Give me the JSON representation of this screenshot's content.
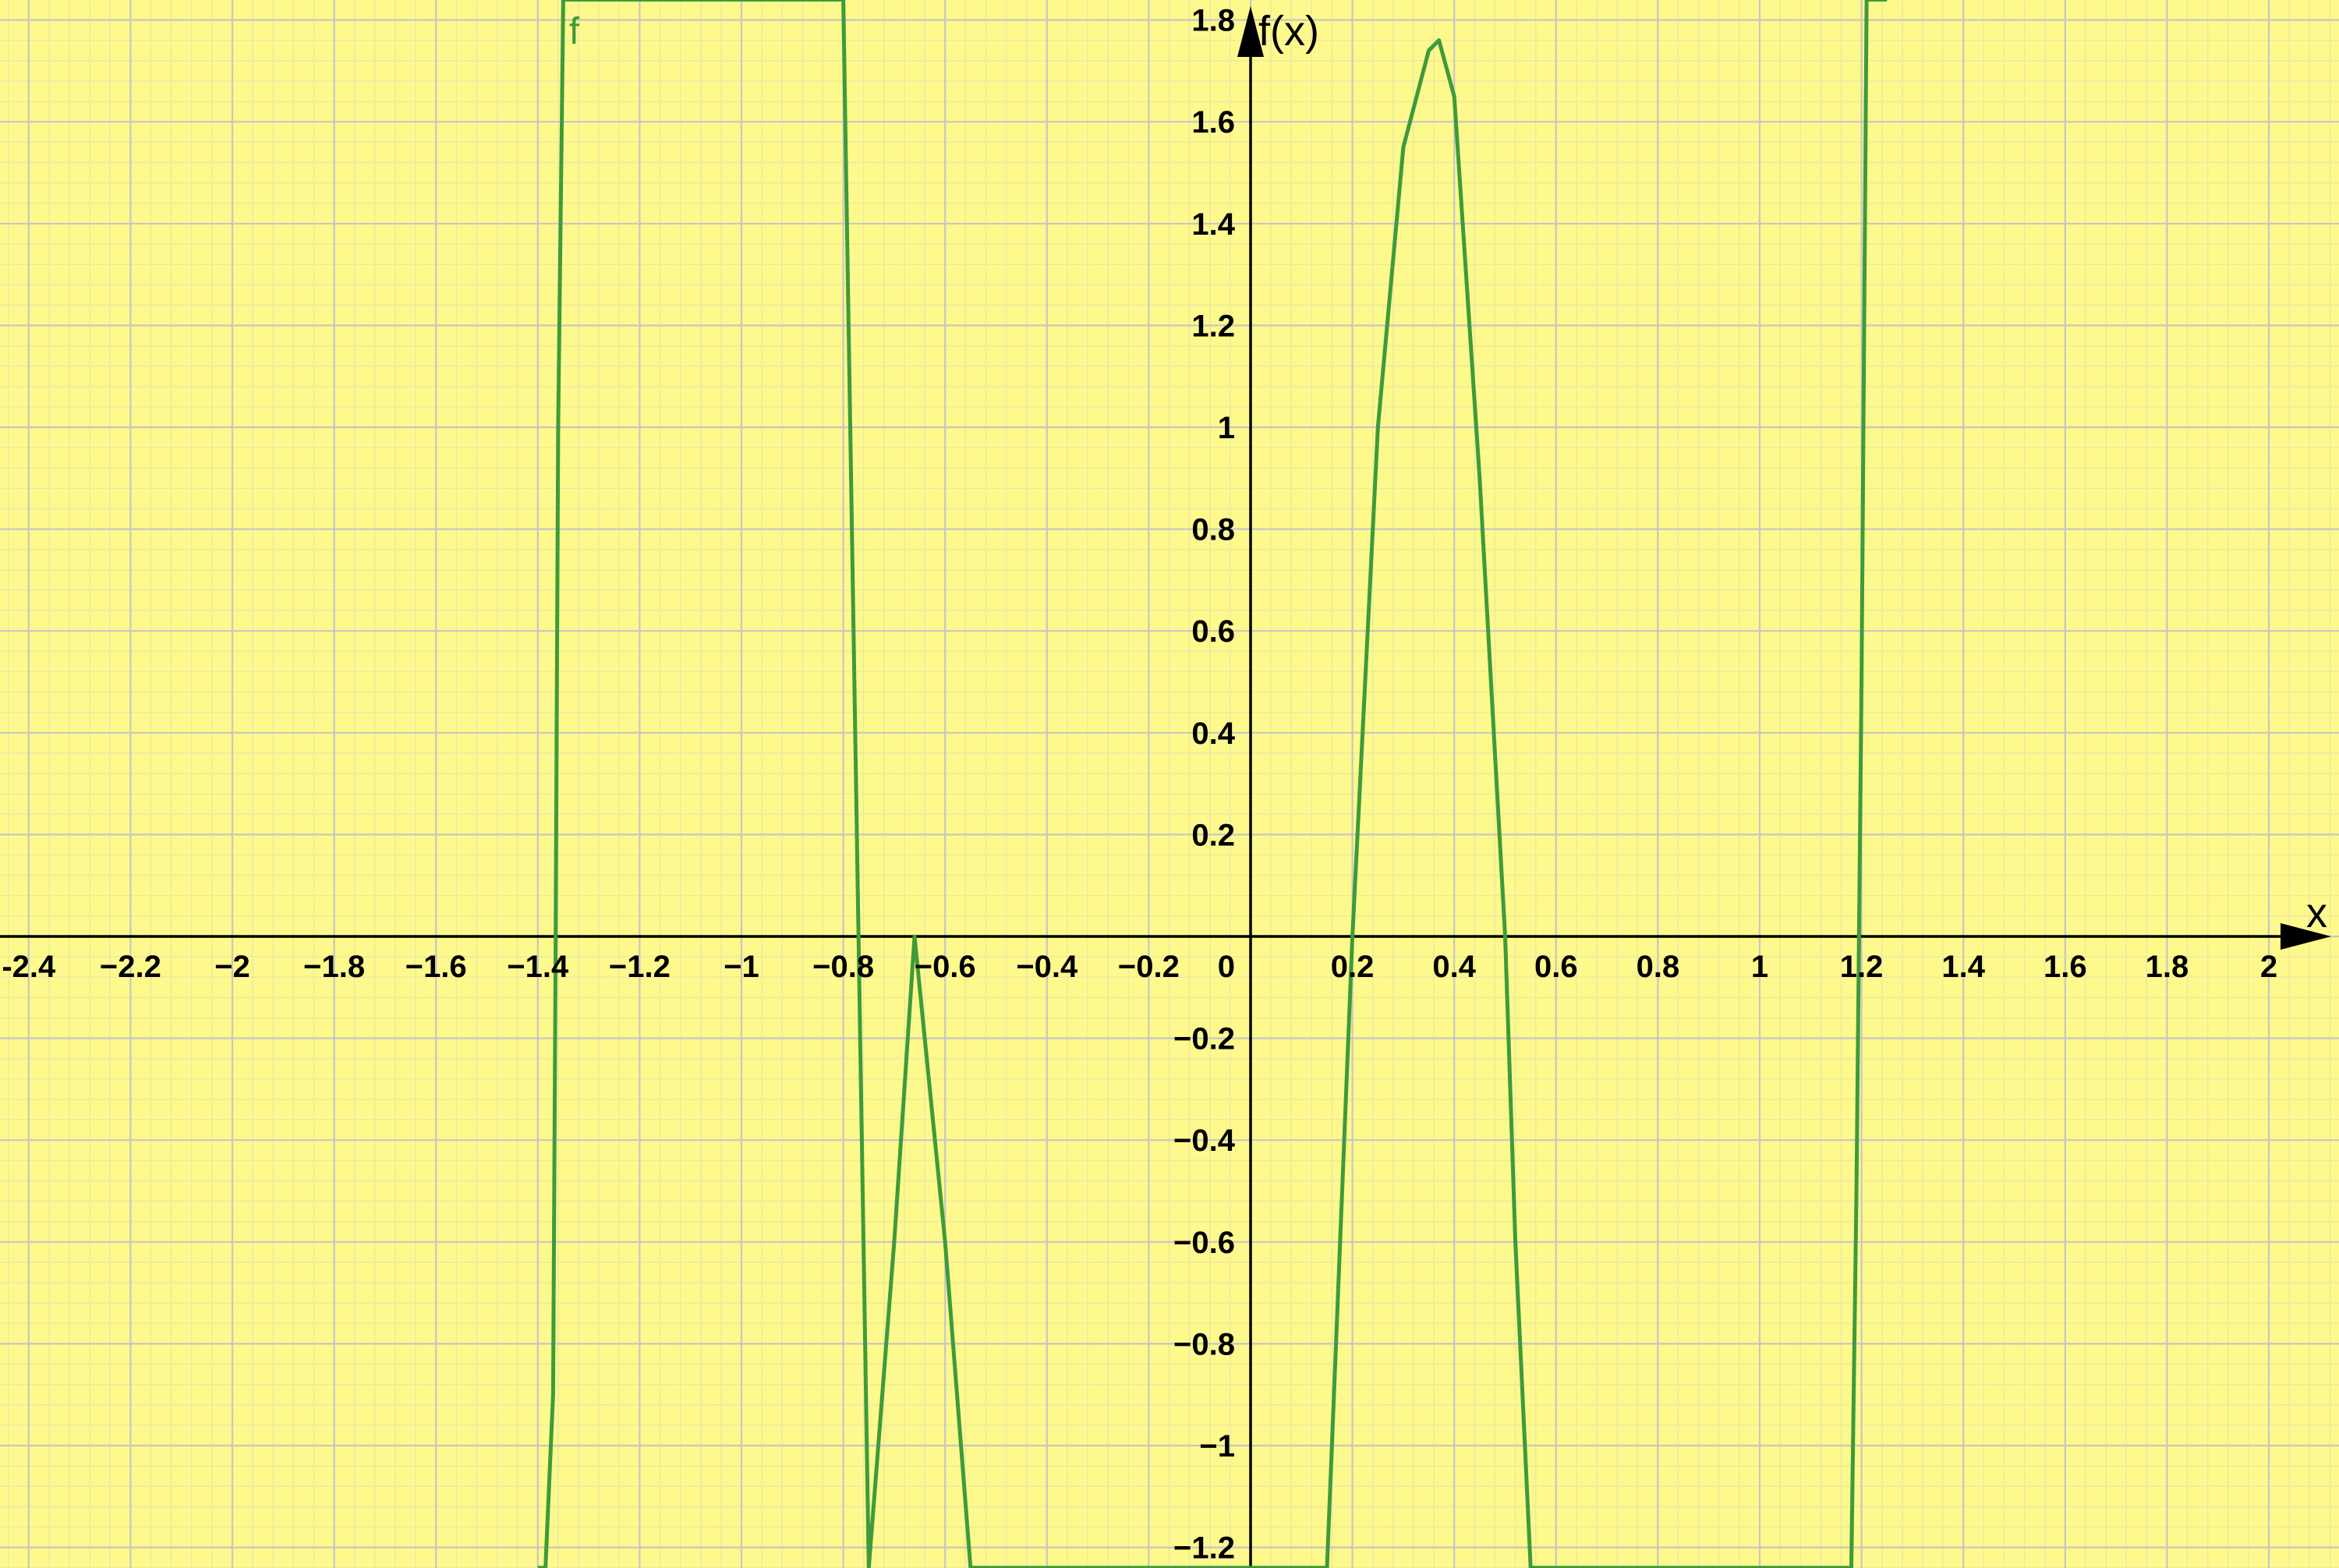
{
  "chart_data": {
    "type": "line",
    "title": "",
    "xlabel": "x",
    "ylabel": "f(x)",
    "xlim": [
      -2.46,
      2.13
    ],
    "ylim": [
      -1.24,
      1.84
    ],
    "grid": true,
    "minor_grid": true,
    "x_ticks": [
      {
        "v": -2.4,
        "label": "-2.4"
      },
      {
        "v": -2.2,
        "label": "−2.2"
      },
      {
        "v": -2.0,
        "label": "−2"
      },
      {
        "v": -1.8,
        "label": "−1.8"
      },
      {
        "v": -1.6,
        "label": "−1.6"
      },
      {
        "v": -1.4,
        "label": "−1.4"
      },
      {
        "v": -1.2,
        "label": "−1.2"
      },
      {
        "v": -1.0,
        "label": "−1"
      },
      {
        "v": -0.8,
        "label": "−0.8"
      },
      {
        "v": -0.6,
        "label": "−0.6"
      },
      {
        "v": -0.4,
        "label": "−0.4"
      },
      {
        "v": -0.2,
        "label": "−0.2"
      },
      {
        "v": 0.2,
        "label": "0.2"
      },
      {
        "v": 0.4,
        "label": "0.4"
      },
      {
        "v": 0.6,
        "label": "0.6"
      },
      {
        "v": 0.8,
        "label": "0.8"
      },
      {
        "v": 1.0,
        "label": "1"
      },
      {
        "v": 1.2,
        "label": "1.2"
      },
      {
        "v": 1.4,
        "label": "1.4"
      },
      {
        "v": 1.6,
        "label": "1.6"
      },
      {
        "v": 1.8,
        "label": "1.8"
      },
      {
        "v": 2.0,
        "label": "2"
      }
    ],
    "y_ticks": [
      {
        "v": 1.8,
        "label": "1.8"
      },
      {
        "v": 1.6,
        "label": "1.6"
      },
      {
        "v": 1.4,
        "label": "1.4"
      },
      {
        "v": 1.2,
        "label": "1.2"
      },
      {
        "v": 1.0,
        "label": "1"
      },
      {
        "v": 0.8,
        "label": "0.8"
      },
      {
        "v": 0.6,
        "label": "0.6"
      },
      {
        "v": 0.4,
        "label": "0.4"
      },
      {
        "v": 0.2,
        "label": "0.2"
      },
      {
        "v": -0.2,
        "label": "−0.2"
      },
      {
        "v": -0.4,
        "label": "−0.4"
      },
      {
        "v": -0.6,
        "label": "−0.6"
      },
      {
        "v": -0.8,
        "label": "−0.8"
      },
      {
        "v": -1.0,
        "label": "−1"
      },
      {
        "v": -1.2,
        "label": "−1.2"
      }
    ],
    "origin_label": "0",
    "series": [
      {
        "name": "f",
        "color": "#3f9a3a",
        "x": [
          -1.4,
          -1.385,
          -1.37,
          -1.365,
          -1.36,
          -1.35,
          -1.3,
          -1.2,
          -1.1,
          -1.0,
          -0.9,
          -0.8,
          -0.75,
          -0.7,
          -0.66,
          -0.6,
          -0.55,
          -0.5,
          -0.45,
          -0.4,
          -0.3,
          -0.2,
          -0.1,
          0.0,
          0.1,
          0.15,
          0.2,
          0.25,
          0.3,
          0.35,
          0.37,
          0.4,
          0.45,
          0.5,
          0.52,
          0.55,
          0.6,
          0.7,
          0.8,
          0.9,
          1.0,
          1.1,
          1.15,
          1.18,
          1.19,
          1.2,
          1.21,
          1.25
        ],
        "y": [
          -1.24,
          -1.24,
          -0.9,
          0.0,
          1.0,
          1.84,
          1.84,
          1.84,
          1.84,
          1.84,
          1.84,
          1.84,
          -1.24,
          -0.6,
          0.0,
          -0.6,
          -1.24,
          -1.24,
          -1.24,
          -1.24,
          -1.24,
          -1.24,
          -1.24,
          -1.24,
          -1.24,
          -1.24,
          0.0,
          1.0,
          1.55,
          1.74,
          1.76,
          1.65,
          0.9,
          0.0,
          -0.6,
          -1.24,
          -1.24,
          -1.24,
          -1.24,
          -1.24,
          -1.24,
          -1.24,
          -1.24,
          -1.24,
          -0.5,
          0.5,
          1.84,
          1.84
        ]
      }
    ],
    "curve_label": "f"
  }
}
